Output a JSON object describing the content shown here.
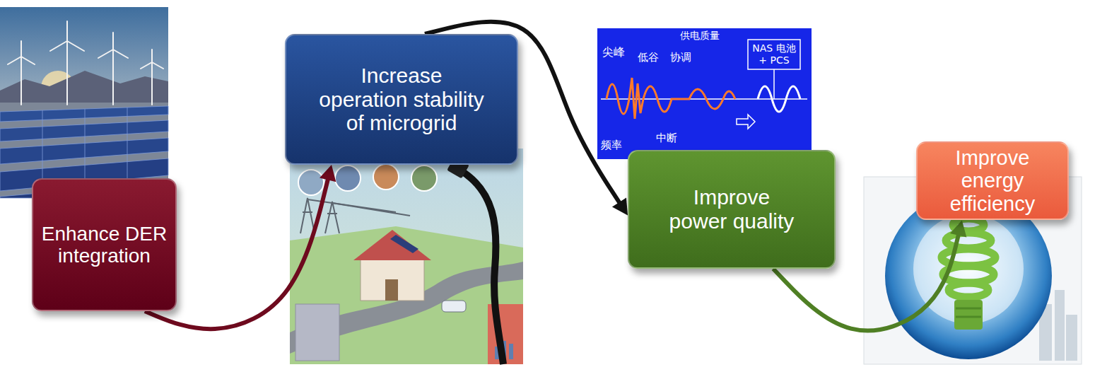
{
  "diagram": {
    "nodes": [
      {
        "text": [
          "Enhance DER integration"
        ]
      },
      {
        "text": [
          "Increase operation stability of microgrid"
        ]
      },
      {
        "text": [
          "Improve power quality"
        ]
      },
      {
        "text": [
          "Improve energy efficiency"
        ]
      }
    ],
    "edges": [
      {
        "from": 0,
        "to": 1,
        "arrow": "to"
      },
      {
        "from": 1,
        "to": 2,
        "arrow": "to"
      },
      {
        "from": 2,
        "to": 3,
        "arrow": "to"
      }
    ],
    "labels": [
      "供电质量",
      "尖峰",
      "低谷",
      "协调",
      "NAS 电池 + PCS",
      "中断",
      "频率"
    ]
  }
}
